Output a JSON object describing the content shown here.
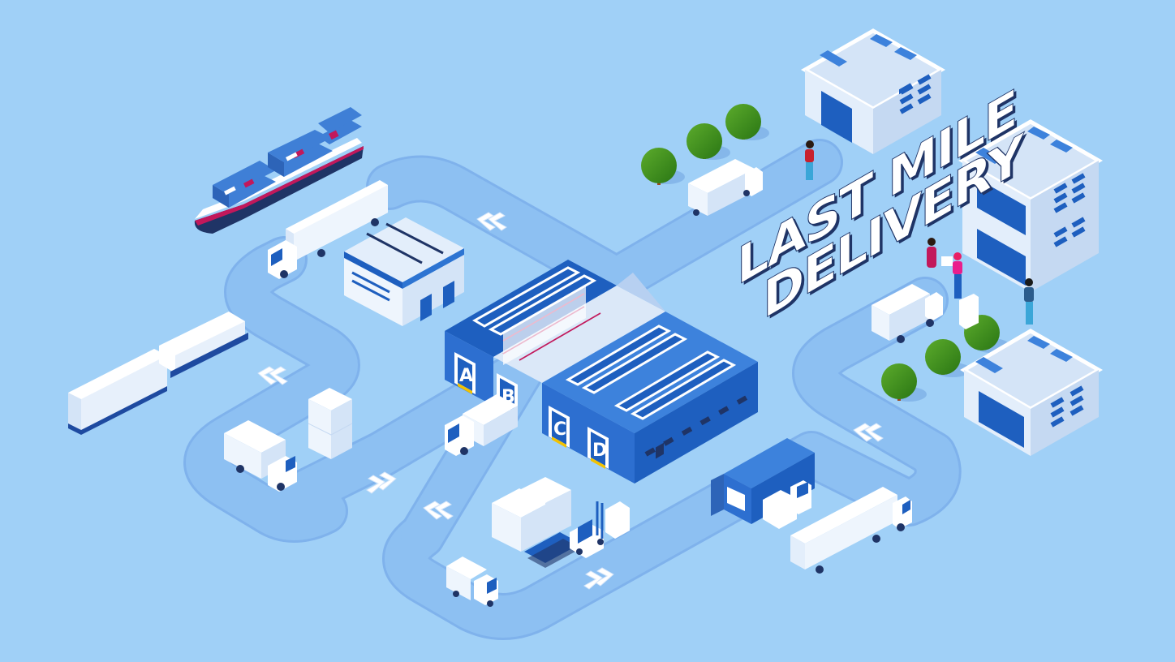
{
  "scene": {
    "title": "Last mile delivery isometric logistics illustration",
    "headline": {
      "line1": "LAST MILE",
      "line2": "DELIVERY"
    },
    "warehouse": {
      "dock_doors": [
        "A",
        "B",
        "C",
        "D"
      ]
    },
    "elements": [
      "cargo-ship",
      "semi-truck",
      "small-warehouse",
      "freight-train",
      "central-warehouse",
      "box-truck",
      "pallet-stacks",
      "forklift",
      "shipping-container",
      "delivery-van",
      "office-buildings",
      "trees",
      "people"
    ]
  },
  "colors": {
    "background": "#a0d0f7",
    "road": "#8dc0f2",
    "road_edge": "#7fb2ec",
    "brand_blue": "#1e5fbf",
    "dark_navy": "#1f3466",
    "white": "#ffffff",
    "light_face": "#e3eefb",
    "tree_green": "#3a8f1e",
    "accent_red": "#c2185b",
    "hazard_yellow": "#f2c200"
  }
}
